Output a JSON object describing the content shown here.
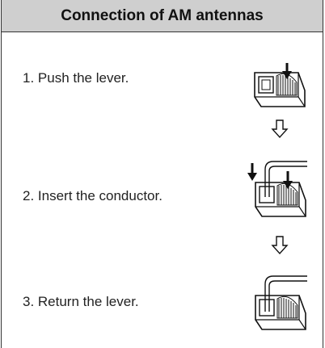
{
  "header": {
    "title": "Connection of AM antennas"
  },
  "steps": [
    {
      "label": "1.  Push the lever."
    },
    {
      "label": "2.  Insert the conductor."
    },
    {
      "label": "3.  Return the lever."
    }
  ],
  "icons": {
    "step1": "terminal-lever-push-icon",
    "step2": "terminal-insert-conductor-icon",
    "step3": "terminal-return-lever-icon",
    "between": "down-arrow-icon"
  }
}
